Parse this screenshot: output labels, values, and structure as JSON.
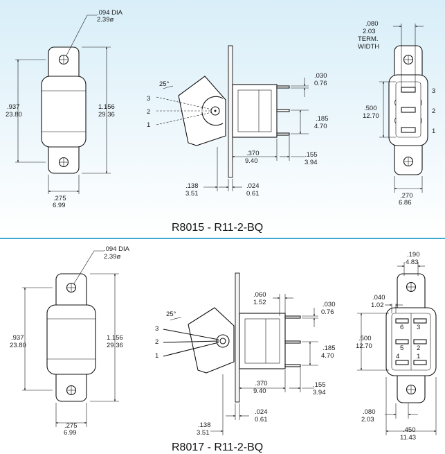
{
  "colors": {
    "background": "#ffffff",
    "band_top": "#d8eef8",
    "band_bottom": "#ffffff",
    "divider": "#3fa9d6",
    "line": "#111111"
  },
  "top": {
    "title": "R8015 - R11-2-BQ",
    "front": {
      "hole_in": ".094 DIA",
      "hole_mm": "2.39ø",
      "left_in": ".937",
      "left_mm": "23.80",
      "right_in": "1.156",
      "right_mm": "29.36",
      "bottom_in": ".275",
      "bottom_mm": "6.99"
    },
    "side": {
      "angle": "25°",
      "pos1": "1",
      "pos2": "2",
      "pos3": "3",
      "term_in": ".030",
      "term_mm": "0.76",
      "pitch_in": ".185",
      "pitch_mm": "4.70",
      "body_in": ".370",
      "body_mm": "9.40",
      "tail_in": ".155",
      "tail_mm": "3.94",
      "bush_in": ".138",
      "bush_mm": "3.51",
      "plate_in": ".024",
      "plate_mm": "0.61"
    },
    "rear": {
      "tw_in": ".080",
      "tw_mm": "2.03",
      "tw_label1": "TERM.",
      "tw_label2": "WIDTH",
      "h_in": ".500",
      "h_mm": "12.70",
      "w_in": ".270",
      "w_mm": "6.86",
      "pos3": "3",
      "pos2": "2",
      "pos1": "1"
    }
  },
  "bottom": {
    "title": "R8017 - R11-2-BQ",
    "front": {
      "hole_in": ".094 DIA",
      "hole_mm": "2.39ø",
      "left_in": ".937",
      "left_mm": "23.80",
      "right_in": "1.156",
      "right_mm": "29.36",
      "bottom_in": ".275",
      "bottom_mm": "6.99"
    },
    "side": {
      "angle": "25°",
      "pos1": "1",
      "pos2": "2",
      "pos3": "3",
      "top_in": ".060",
      "top_mm": "1.52",
      "term_in": ".030",
      "term_mm": "0.76",
      "pitch_in": ".185",
      "pitch_mm": "4.70",
      "body_in": ".370",
      "body_mm": "9.40",
      "tail_in": ".155",
      "tail_mm": "3.94",
      "plate_in": ".024",
      "plate_mm": "0.61",
      "bush_in": ".138",
      "bush_mm": "3.51"
    },
    "rear": {
      "top_in": ".190",
      "top_mm": "4.83",
      "gap_in": ".040",
      "gap_mm": "1.02",
      "h_in": ".500",
      "h_mm": "12.70",
      "tw_in": ".080",
      "tw_mm": "2.03",
      "w_in": ".450",
      "w_mm": "11.43",
      "t6": "6",
      "t3": "3",
      "t5": "5",
      "t2": "2",
      "t4": "4",
      "t1": "1"
    }
  }
}
